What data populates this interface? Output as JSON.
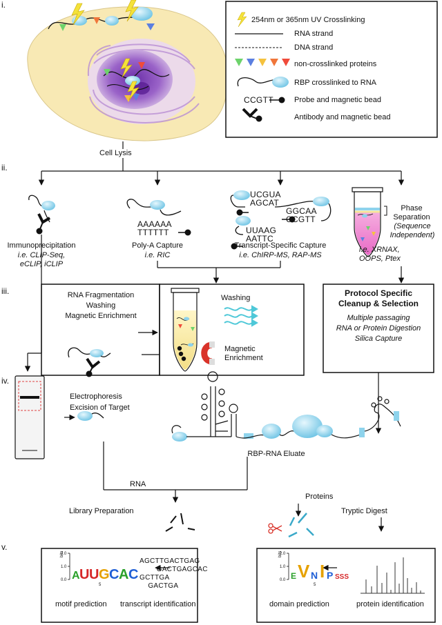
{
  "sections": {
    "i": "i.",
    "ii": "ii.",
    "iii": "iii.",
    "iv": "iv.",
    "v": "v."
  },
  "legend": {
    "uv": "254nm or 365nm UV Crosslinking",
    "rna_strand": "RNA strand",
    "dna_strand": "DNA strand",
    "proteins": "non-crosslinked proteins",
    "rbp": "RBP crosslinked to RNA",
    "probe_seq": "CCGTT",
    "probe": "Probe and magnetic bead",
    "antibody": "Antibody and magnetic bead"
  },
  "cell_lysis": "Cell Lysis",
  "methods": {
    "ip": {
      "title": "Immunoprecipitation",
      "examples": "i.e. CLIP-Seq,\neCLIP, iCLIP"
    },
    "polya": {
      "title": "Poly-A Capture",
      "examples": "i.e. RIC",
      "seq_top": "AAAAAA",
      "seq_bottom": "TTTTTT"
    },
    "transcript": {
      "title": "Transcript-Specific Capture",
      "examples": "i.e. ChIRP-MS, RAP-MS",
      "seq1_top": "UCGUA",
      "seq1_bottom": "AGCAT",
      "seq2_top": "GGCAA",
      "seq2_bottom": "CCGTT",
      "seq3_top": "UUAAG",
      "seq3_bottom": "AATTC"
    },
    "phase": {
      "title": "Phase\nSeparation",
      "subtitle": "(Sequence\nIndependent)",
      "examples": "i.e. XRNAX,\nOOPS, Ptex"
    }
  },
  "step3": {
    "frag": "RNA Fragmentation\nWashing\nMagnetic Enrichment",
    "washing": "Washing",
    "magnetic": "Magnetic\nEnrichment",
    "protocol_title": "Protocol Specific\nCleanup & Selection",
    "protocol_items": "Multiple passaging\nRNA or Protein Digestion\nSilica Capture"
  },
  "step4": {
    "electro": "Electrophoresis\nExcision of Target",
    "eluate": "RBP-RNA Eluate",
    "rna": "RNA",
    "proteins": "Proteins",
    "library": "Library Preparation",
    "tryptic": "Tryptic Digest"
  },
  "step5": {
    "motif_seq": "AUUGCAC",
    "motif": "motif prediction",
    "transcript_reads": "AGCTTGACTGAG\n        GACTGAGCAC\nGCTTGA\n    GACTGA",
    "transcript": "transcript identification",
    "domain": "domain prediction",
    "protein": "protein identification",
    "axis_bits": "bits",
    "tick_1": "1.0",
    "tick_2": "2.0",
    "tick_0": "0.0",
    "tick_5": "5"
  },
  "colors": {
    "rbp": "#8ed3ec",
    "cell": "#f8e9b4",
    "nucleus": "#b28cd0",
    "bead": "#111111",
    "magnet": "#d9332a",
    "tube_fill": "#f7ea9e",
    "phase_pink": "#f08ad0"
  }
}
